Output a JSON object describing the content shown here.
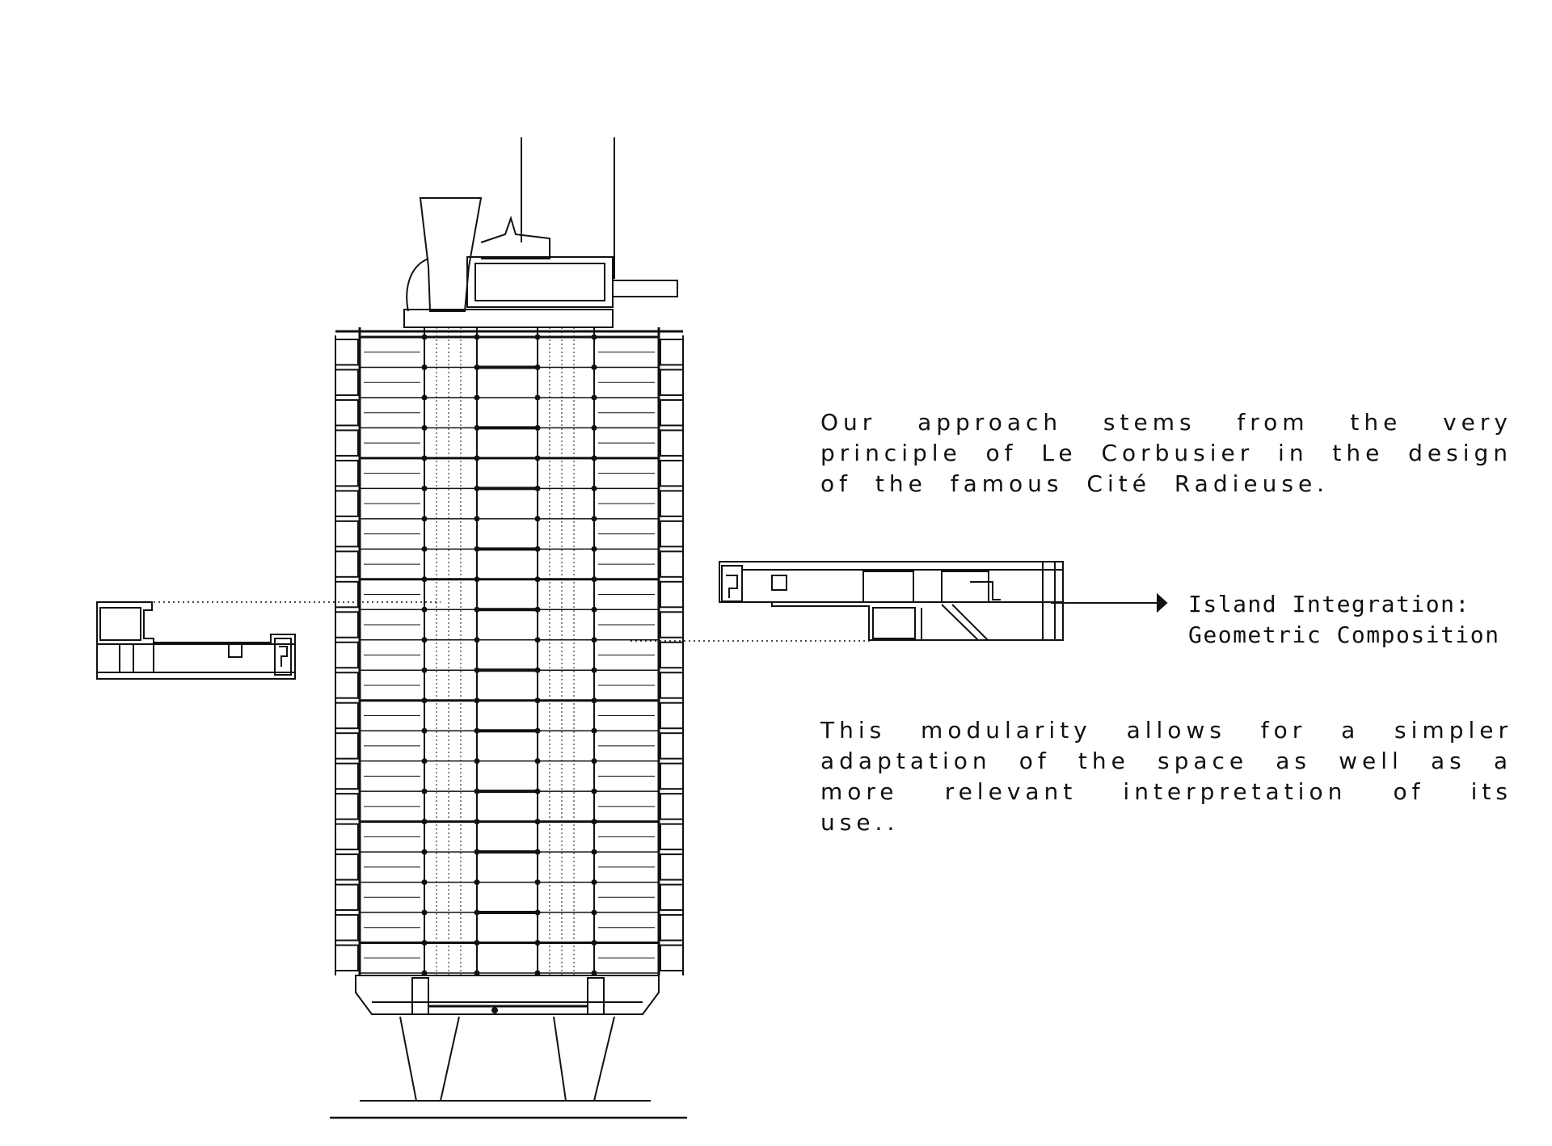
{
  "text": {
    "paragraph_1": "Our approach stems from the very principle of Le Corbusier in the design of the famous Cité Radieuse.",
    "callout_line_1": "Island Integration:",
    "callout_line_2": "Geometric Composition",
    "paragraph_2": "This modularity allows for a simpler adaptation of the space as well as a more relevant interpretation of its use.."
  },
  "colors": {
    "ink": "#111111",
    "background": "#ffffff"
  },
  "drawing": {
    "floor_levels": 21,
    "floor_groups": 6,
    "structural_bays": 5
  }
}
